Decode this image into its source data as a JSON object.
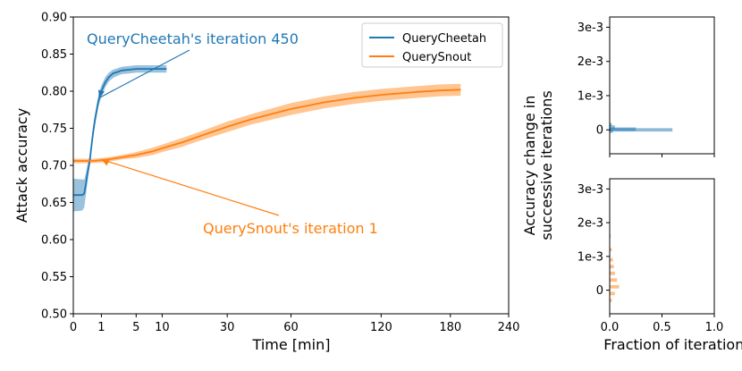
{
  "chart_data": [
    {
      "type": "line",
      "xlabel": "Time [min]",
      "ylabel": "Attack accuracy",
      "x_scale": "sqrt",
      "xlim": [
        0,
        240
      ],
      "ylim": [
        0.5,
        0.9
      ],
      "xticks": [
        0,
        1,
        5,
        10,
        30,
        60,
        120,
        180,
        240
      ],
      "xtick_labels": [
        "0",
        "1",
        "5",
        "10",
        "30",
        "60",
        "120",
        "180",
        "240"
      ],
      "yticks": [
        0.5,
        0.55,
        0.6,
        0.65,
        0.7,
        0.75,
        0.8,
        0.85,
        0.9
      ],
      "ytick_labels": [
        "0.50",
        "0.55",
        "0.60",
        "0.65",
        "0.70",
        "0.75",
        "0.80",
        "0.85",
        "0.90"
      ],
      "grid": false,
      "legend_position": "top-right",
      "series": [
        {
          "name": "QueryCheetah",
          "color": "#1f77b4",
          "x": [
            0,
            0.1,
            0.15,
            0.2,
            0.25,
            0.3,
            0.35,
            0.4,
            0.5,
            0.6,
            0.7,
            0.8,
            1.0,
            1.3,
            1.6,
            2.0,
            2.5,
            3.0,
            4.0,
            5.0,
            6.0,
            8.0,
            10.0,
            11.0
          ],
          "y": [
            0.66,
            0.66,
            0.662,
            0.675,
            0.688,
            0.698,
            0.708,
            0.722,
            0.745,
            0.762,
            0.775,
            0.787,
            0.8,
            0.812,
            0.819,
            0.824,
            0.826,
            0.828,
            0.829,
            0.83,
            0.83,
            0.83,
            0.83,
            0.83
          ],
          "band_lower": [
            0.638,
            0.639,
            0.643,
            0.66,
            0.676,
            0.689,
            0.7,
            0.714,
            0.737,
            0.754,
            0.767,
            0.779,
            0.792,
            0.805,
            0.813,
            0.818,
            0.821,
            0.823,
            0.824,
            0.825,
            0.825,
            0.825,
            0.825,
            0.825
          ],
          "band_upper": [
            0.682,
            0.681,
            0.681,
            0.69,
            0.7,
            0.707,
            0.716,
            0.73,
            0.753,
            0.77,
            0.783,
            0.795,
            0.808,
            0.819,
            0.825,
            0.829,
            0.831,
            0.833,
            0.834,
            0.835,
            0.835,
            0.835,
            0.835,
            0.835
          ]
        },
        {
          "name": "QuerySnout",
          "color": "#ff7f0e",
          "x": [
            0,
            0.5,
            1.0,
            1.5,
            2.0,
            3.0,
            5.0,
            8.0,
            10.0,
            15.0,
            20.0,
            30.0,
            40.0,
            60.0,
            80.0,
            100.0,
            120.0,
            150.0,
            170.0,
            190.0
          ],
          "y": [
            0.706,
            0.706,
            0.707,
            0.708,
            0.709,
            0.711,
            0.714,
            0.719,
            0.723,
            0.731,
            0.739,
            0.752,
            0.762,
            0.776,
            0.785,
            0.791,
            0.795,
            0.799,
            0.801,
            0.802
          ],
          "band_lower": [
            0.703,
            0.703,
            0.704,
            0.705,
            0.706,
            0.708,
            0.71,
            0.714,
            0.718,
            0.725,
            0.733,
            0.745,
            0.755,
            0.768,
            0.777,
            0.783,
            0.787,
            0.791,
            0.793,
            0.794
          ],
          "band_upper": [
            0.709,
            0.709,
            0.71,
            0.711,
            0.712,
            0.714,
            0.718,
            0.724,
            0.728,
            0.737,
            0.745,
            0.759,
            0.769,
            0.784,
            0.793,
            0.799,
            0.803,
            0.807,
            0.809,
            0.81
          ]
        }
      ],
      "annotations": [
        {
          "text": "QueryCheetah's iteration 450",
          "color": "#1f77b4",
          "point_x": 0.85,
          "point_y": 0.791
        },
        {
          "text": "QuerySnout's iteration 1",
          "color": "#ff7f0e",
          "point_x": 1.0,
          "point_y": 0.708
        }
      ]
    },
    {
      "type": "histogram",
      "series_name": "QueryCheetah",
      "color": "#1f77b4",
      "xlabel": "",
      "xlim": [
        0,
        1.0
      ],
      "ylim": [
        -0.0007,
        0.0033
      ],
      "yticks": [
        0,
        0.001,
        0.002,
        0.003
      ],
      "ytick_labels": [
        "0",
        "1e-3",
        "2e-3",
        "3e-3"
      ],
      "bins": [
        {
          "y": 0.00015,
          "frac": 0.02
        },
        {
          "y": 8e-05,
          "frac": 0.05
        },
        {
          "y": 2e-05,
          "frac": 0.25
        },
        {
          "y": 0.0,
          "frac": 0.6
        },
        {
          "y": -4e-05,
          "frac": 0.03
        }
      ]
    },
    {
      "type": "histogram",
      "series_name": "QuerySnout",
      "color": "#ff7f0e",
      "xlabel": "Fraction of iterations",
      "xlim": [
        0,
        1.0
      ],
      "ylim": [
        -0.0007,
        0.0033
      ],
      "xticks": [
        0,
        0.5,
        1.0
      ],
      "xtick_labels": [
        "0.0",
        "0.5",
        "1.0"
      ],
      "yticks": [
        0,
        0.001,
        0.002,
        0.003
      ],
      "ytick_labels": [
        "0",
        "1e-3",
        "2e-3",
        "3e-3"
      ],
      "bins": [
        {
          "y": 0.0016,
          "frac": 0.01
        },
        {
          "y": 0.0012,
          "frac": 0.02
        },
        {
          "y": 0.0009,
          "frac": 0.03
        },
        {
          "y": 0.0007,
          "frac": 0.04
        },
        {
          "y": 0.0005,
          "frac": 0.05
        },
        {
          "y": 0.0003,
          "frac": 0.07
        },
        {
          "y": 0.0001,
          "frac": 0.09
        },
        {
          "y": -0.0001,
          "frac": 0.05
        },
        {
          "y": -0.0003,
          "frac": 0.02
        }
      ]
    }
  ],
  "shared_ylabel_lines": [
    "Accuracy change in",
    "successive iterations"
  ]
}
